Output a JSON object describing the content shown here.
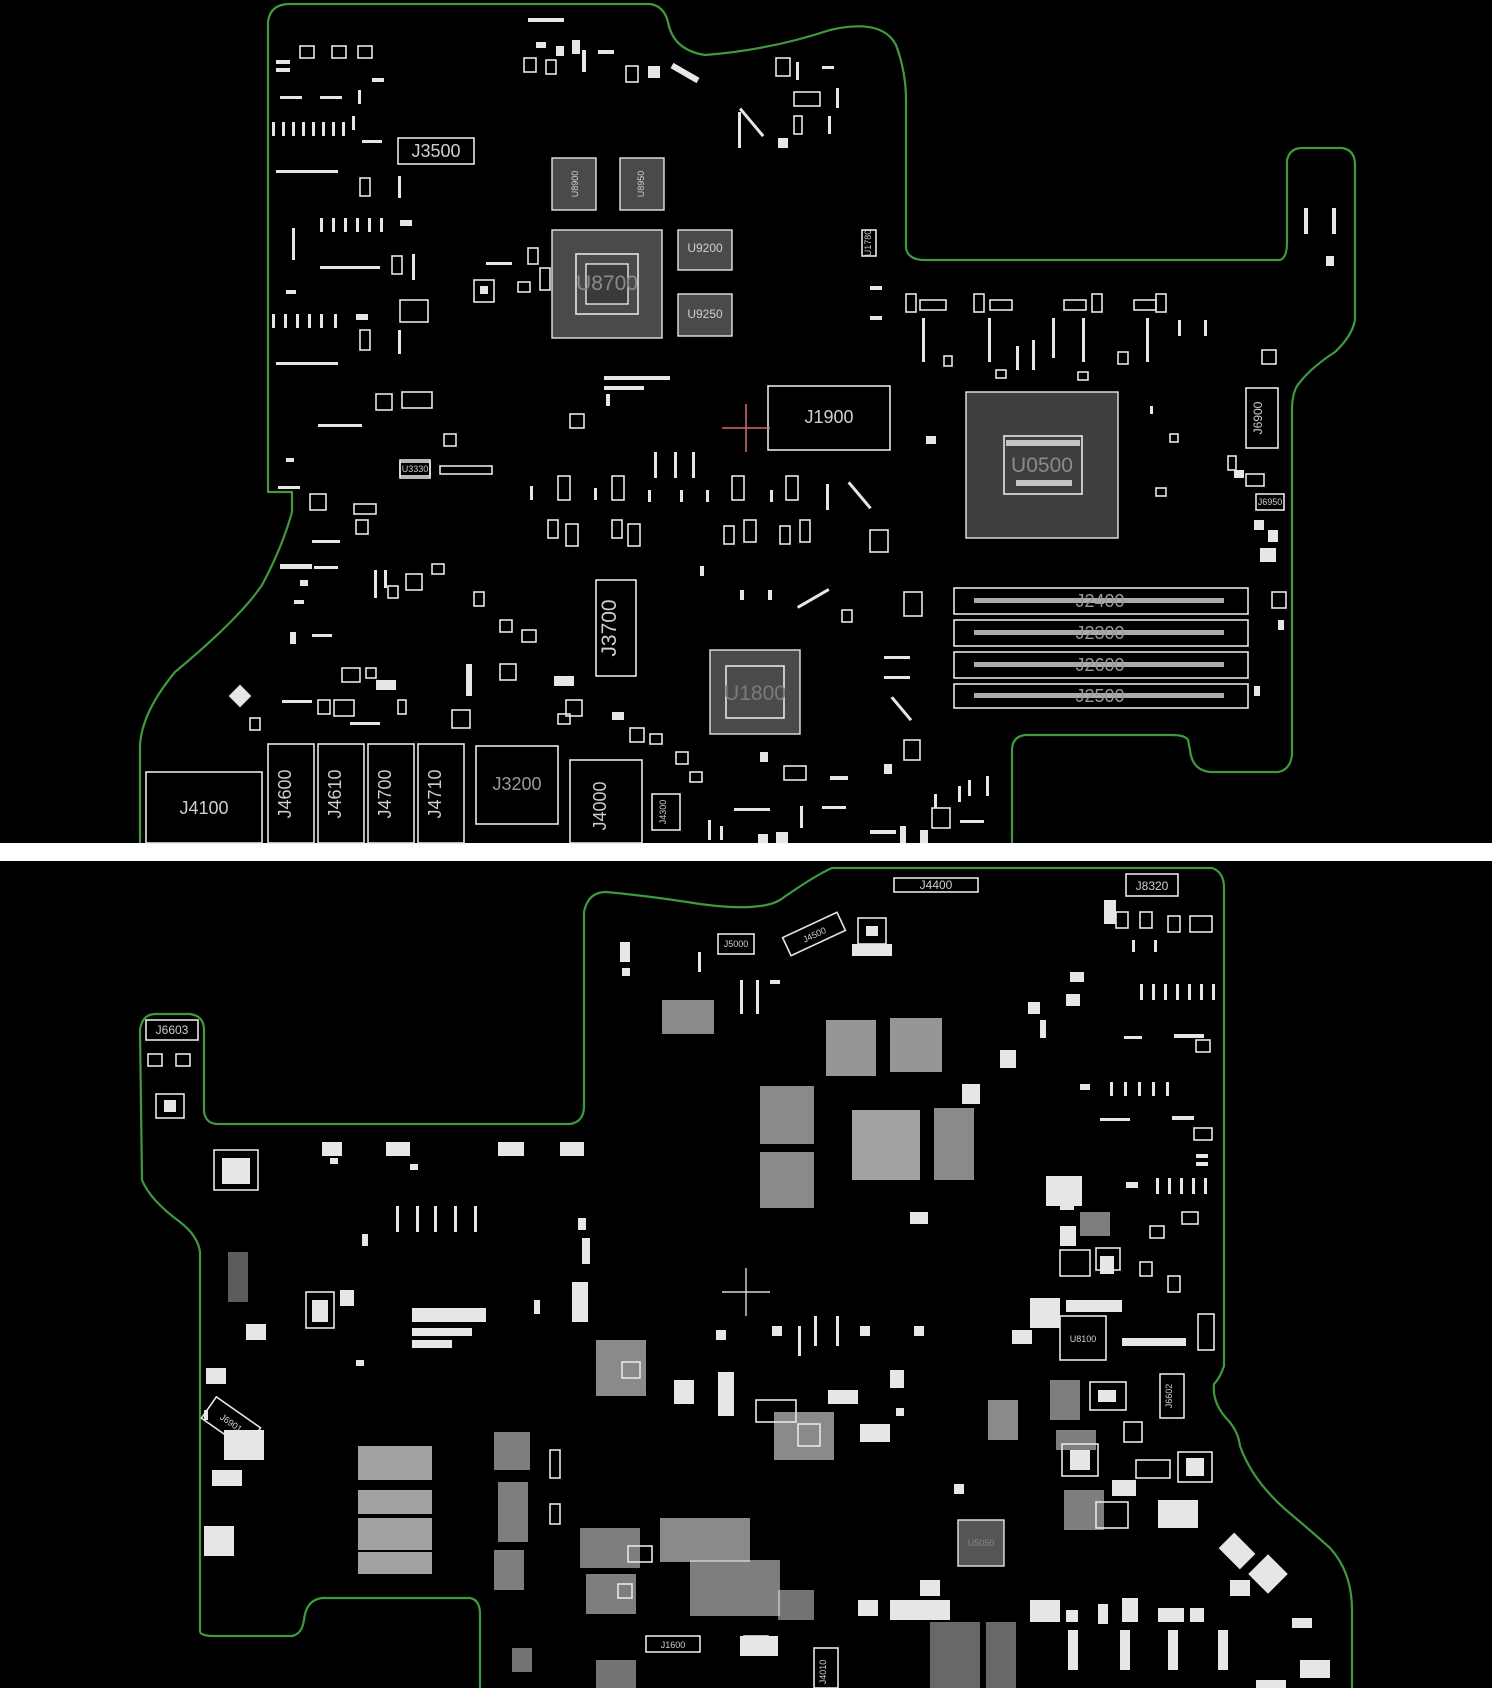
{
  "view_divider_color": "#ffffff",
  "board_outline_color": "#3f9a3f",
  "component_color": "#e6e6e6",
  "top_side": {
    "labels": {
      "J3500": "J3500",
      "U8700": "U8700",
      "U8900": "U8900",
      "U8950": "U8950",
      "U9200": "U9200",
      "U9250": "U9250",
      "J1900": "J1900",
      "U0500": "U0500",
      "J6900": "J6900",
      "J3700": "J3700",
      "J2400": "J2400",
      "J2300": "J2300",
      "J2600": "J2600",
      "J2500": "J2500",
      "U1800": "U1800",
      "J4100": "J4100",
      "J4600": "J4600",
      "J4610": "J4610",
      "J4700": "J4700",
      "J4710": "J4710",
      "J3200": "J3200",
      "J4000": "J4000",
      "J4300": "J4300",
      "U3330": "U3330",
      "J6950": "J6950",
      "U1780": "U1780"
    }
  },
  "bottom_side": {
    "labels": {
      "J4400": "J4400",
      "J8320": "J8320",
      "J6603": "J6603",
      "J5000": "J5000",
      "J4500": "J4500",
      "J6901": "J6901",
      "U8100": "U8100",
      "J6602": "J6602",
      "J1600": "J1600",
      "U5050": "U5050",
      "J4010": "J4010"
    }
  }
}
